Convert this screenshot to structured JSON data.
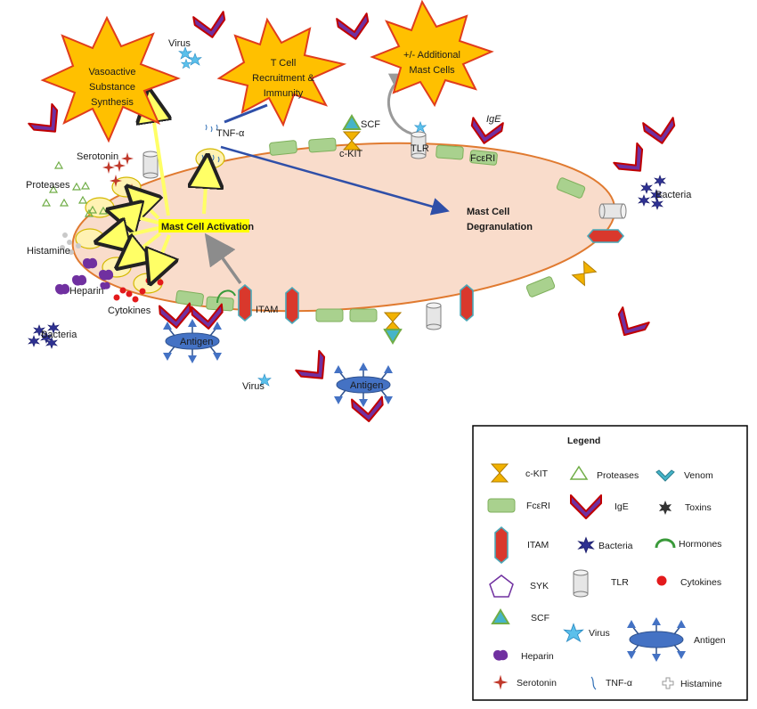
{
  "title_bursts": {
    "vasoactive": [
      "Vasoactive",
      "Substance",
      "Synthesis"
    ],
    "tcell": [
      "T Cell",
      "Recruitment &",
      "Immunity"
    ],
    "additional": [
      "+/- Additional",
      "Mast Cells"
    ]
  },
  "labels": {
    "virus": "Virus",
    "tnf": "TNF-α",
    "scf": "SCF",
    "ckit": "c-KIT",
    "tlr": "TLR",
    "ige": "IgE",
    "fceri": "FcεRI",
    "bacteria": "Bacteria",
    "serotonin": "Serotonin",
    "proteases": "Proteases",
    "histamine": "Histamine",
    "heparin": "Heparin",
    "cytokines": "Cytokines",
    "itam": "ITAM",
    "antigen": "Antigen",
    "activation": "Mast Cell Activation",
    "degranulation": [
      "Mast Cell",
      "Degranulation"
    ]
  },
  "legend": {
    "title": "Legend",
    "items": {
      "ckit": "c-KIT",
      "proteases": "Proteases",
      "venom": "Venom",
      "fceri": "FcεRI",
      "ige": "IgE",
      "toxins": "Toxins",
      "itam": "ITAM",
      "bacteria": "Bacteria",
      "hormones": "Hormones",
      "syk": "SYK",
      "tlr": "TLR",
      "cytokines": "Cytokines",
      "scf": "SCF",
      "virus": "Virus",
      "antigen": "Antigen",
      "heparin": "Heparin",
      "serotonin": "Serotonin",
      "tnf": "TNF-α",
      "histamine": "Histamine"
    }
  },
  "colors": {
    "cell_fill": "#f9dccb",
    "cell_stroke": "#e07a30",
    "burst_fill": "#ffc000",
    "burst_stroke": "#e03c1c",
    "fceri": "#a9d18e",
    "itam": "#d9382c",
    "ige": "#7030a0",
    "ige_edge": "#c00000",
    "antigen": "#4472c4",
    "ckit": "#f2b200",
    "scf": "#45b4c9",
    "cytokine": "#e31a1c",
    "heparin": "#7030a0",
    "protease": "#70ad47",
    "activation_arrow": "#ffff66",
    "degran_arrow": "#2f4fa8"
  }
}
